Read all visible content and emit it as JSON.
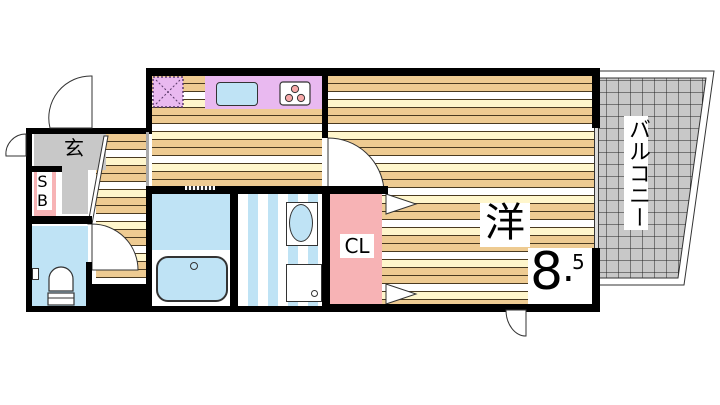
{
  "floor_plan": {
    "rooms": {
      "entrance": {
        "label": "玄"
      },
      "shoe_box": {
        "label": "SB"
      },
      "closet": {
        "label": "CL"
      },
      "western_room": {
        "label": "洋",
        "size_main": "8",
        "size_dot": ".",
        "size_decimal": "5",
        "area_jo": 8.5
      },
      "balcony": {
        "label": "バルコニー"
      },
      "kitchen": {
        "label": ""
      },
      "bathroom": {
        "label": ""
      },
      "washroom": {
        "label": ""
      },
      "toilet": {
        "label": ""
      }
    },
    "colors": {
      "wall": "#000000",
      "floor_wood": "#eecb92",
      "floor_light": "#fff6cc",
      "wet_area": "#bfe3f5",
      "closet": "#f7b3b5",
      "kitchen_counter": "#e9b9f0",
      "entrance_tile": "#c8c8c8",
      "balcony_grid": "#c8c8c8"
    }
  }
}
